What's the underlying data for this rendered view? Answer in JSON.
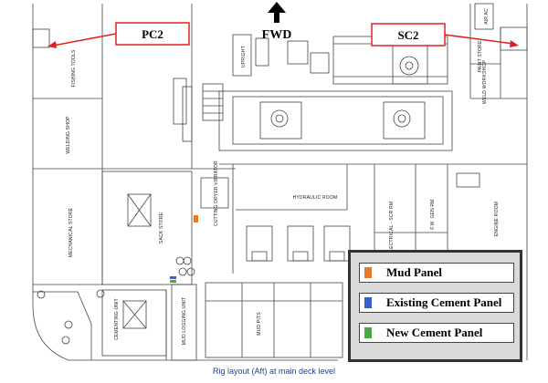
{
  "header": {
    "direction_label": "FWD"
  },
  "callouts": {
    "left": "PC2",
    "right": "SC2"
  },
  "rooms": {
    "air_ac": "AIR AC",
    "paint_store": "PAINT STORE",
    "weld_workshop": "WELD WORKSHOP",
    "fishing_tools": "FISHING TOOLS",
    "welding_shop": "WELDING SHOP",
    "mechanical_store": "MECHANICAL STORE",
    "sack_store": "SACK STORE",
    "cementing_unit": "CEMENTING UNIT",
    "mud_logging_unit": "MUD LOGGING UNIT",
    "mud_pits": "MUD PITS",
    "hydraulic_room": "HYDRAULIC ROOM",
    "electrical_scr_rm": "ELECTRICAL - SCR RM",
    "em_gen_rm": "F.W. GEN RM",
    "engine_room": "ENGINE ROOM",
    "cutting_dryer": "CUTTING DRYER VIBRATOR",
    "upright": "UPRIGHT"
  },
  "legend": {
    "items": [
      {
        "label": "Mud Panel",
        "color": "#e8782a"
      },
      {
        "label": "Existing Cement Panel",
        "color": "#3a5fcd"
      },
      {
        "label": "New Cement Panel",
        "color": "#4aa845"
      }
    ]
  },
  "caption": "Rig layout (Aft) at main deck level"
}
